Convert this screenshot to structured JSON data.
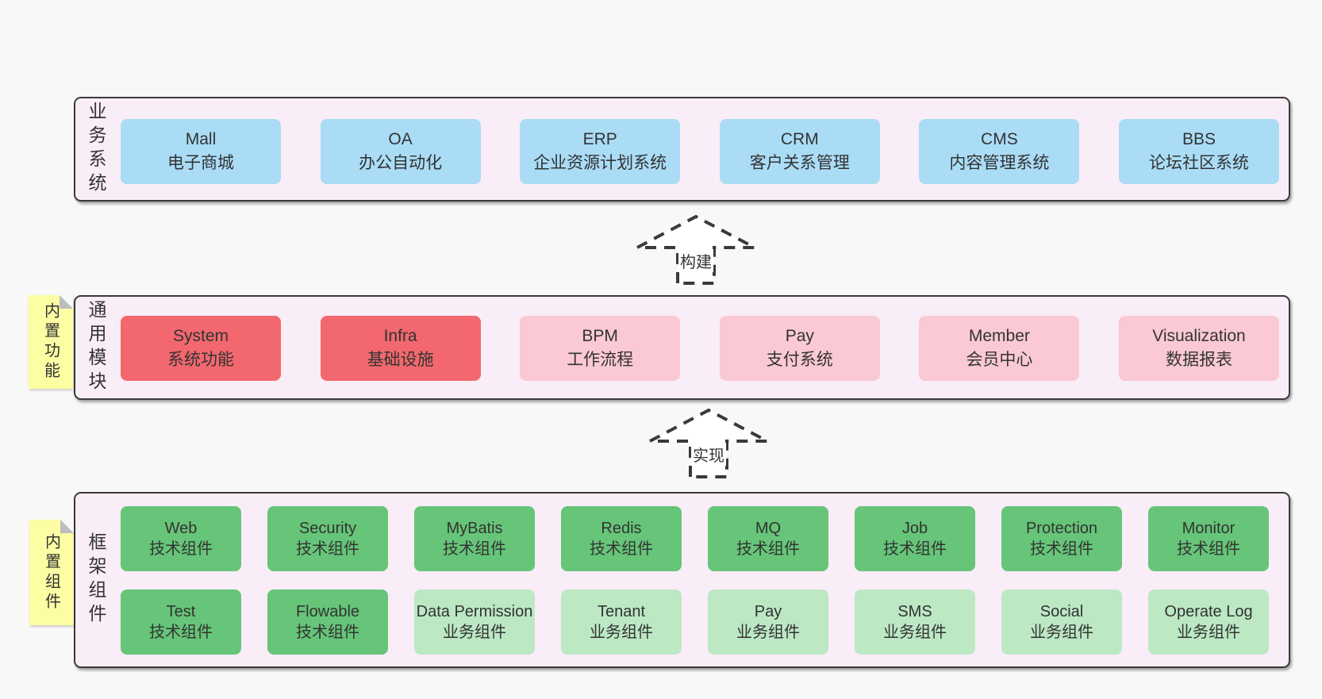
{
  "colors": {
    "page_background": "#f8f8f8",
    "layer_background": "#f9edf7",
    "layer_border": "#3a3a3a",
    "business_system_box": "#aadcf6",
    "core_module_box": "#f2686e",
    "optional_module_box": "#fac9d3",
    "tech_component_box": "#66c578",
    "biz_component_box": "#bce8c4",
    "sticky_note": "#fdfda4",
    "sticky_fold": "#bdbdbd",
    "text": "#333333"
  },
  "arrows": [
    {
      "label": "构建"
    },
    {
      "label": "实现"
    }
  ],
  "layers": [
    {
      "label": "业务系统",
      "items": [
        {
          "name": "Mall",
          "desc": "电子商城",
          "variant": "blue"
        },
        {
          "name": "OA",
          "desc": "办公自动化",
          "variant": "blue"
        },
        {
          "name": "ERP",
          "desc": "企业资源计划系统",
          "variant": "blue"
        },
        {
          "name": "CRM",
          "desc": "客户关系管理",
          "variant": "blue"
        },
        {
          "name": "CMS",
          "desc": "内容管理系统",
          "variant": "blue"
        },
        {
          "name": "BBS",
          "desc": "论坛社区系统",
          "variant": "blue"
        }
      ]
    },
    {
      "label": "通用模块",
      "sticky": "内置功能",
      "items": [
        {
          "name": "System",
          "desc": "系统功能",
          "variant": "red"
        },
        {
          "name": "Infra",
          "desc": "基础设施",
          "variant": "red"
        },
        {
          "name": "BPM",
          "desc": "工作流程",
          "variant": "pink"
        },
        {
          "name": "Pay",
          "desc": "支付系统",
          "variant": "pink"
        },
        {
          "name": "Member",
          "desc": "会员中心",
          "variant": "pink"
        },
        {
          "name": "Visualization",
          "desc": "数据报表",
          "variant": "pink"
        }
      ]
    },
    {
      "label": "框架组件",
      "sticky": "内置组件",
      "rows": [
        [
          {
            "name": "Web",
            "desc": "技术组件",
            "variant": "green"
          },
          {
            "name": "Security",
            "desc": "技术组件",
            "variant": "green"
          },
          {
            "name": "MyBatis",
            "desc": "技术组件",
            "variant": "green"
          },
          {
            "name": "Redis",
            "desc": "技术组件",
            "variant": "green"
          },
          {
            "name": "MQ",
            "desc": "技术组件",
            "variant": "green"
          },
          {
            "name": "Job",
            "desc": "技术组件",
            "variant": "green"
          },
          {
            "name": "Protection",
            "desc": "技术组件",
            "variant": "green"
          },
          {
            "name": "Monitor",
            "desc": "技术组件",
            "variant": "green"
          }
        ],
        [
          {
            "name": "Test",
            "desc": "技术组件",
            "variant": "green"
          },
          {
            "name": "Flowable",
            "desc": "技术组件",
            "variant": "green"
          },
          {
            "name": "Data Permission",
            "desc": "业务组件",
            "variant": "lightgreen"
          },
          {
            "name": "Tenant",
            "desc": "业务组件",
            "variant": "lightgreen"
          },
          {
            "name": "Pay",
            "desc": "业务组件",
            "variant": "lightgreen"
          },
          {
            "name": "SMS",
            "desc": "业务组件",
            "variant": "lightgreen"
          },
          {
            "name": "Social",
            "desc": "业务组件",
            "variant": "lightgreen"
          },
          {
            "name": "Operate Log",
            "desc": "业务组件",
            "variant": "lightgreen"
          }
        ]
      ]
    }
  ]
}
